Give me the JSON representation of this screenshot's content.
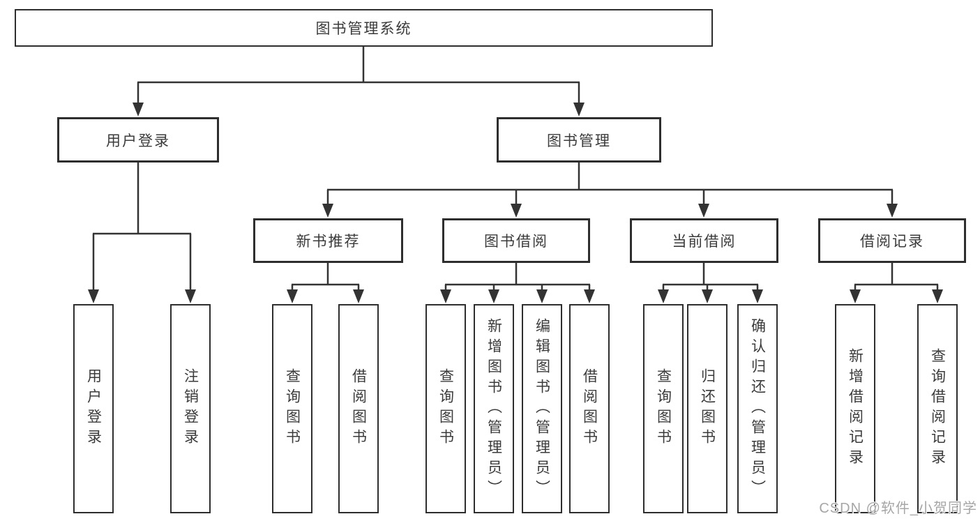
{
  "diagram": {
    "title": "图书管理系统",
    "branches": [
      {
        "label": "用户登录",
        "children": [
          "用户登录",
          "注销登录"
        ]
      },
      {
        "label": "图书管理",
        "children": [
          {
            "label": "新书推荐",
            "children": [
              "查询图书",
              "借阅图书"
            ]
          },
          {
            "label": "图书借阅",
            "children": [
              "查询图书",
              "新增图书（管理员）",
              "编辑图书（管理员）",
              "借阅图书"
            ]
          },
          {
            "label": "当前借阅",
            "children": [
              "查询图书",
              "归还图书",
              "确认归还（管理员）"
            ]
          },
          {
            "label": "借阅记录",
            "children": [
              "新增借阅记录",
              "查询借阅记录"
            ]
          }
        ]
      }
    ]
  },
  "watermark": {
    "text": "CSDN @软件_小贺同学"
  },
  "colors": {
    "line": "#333333",
    "box_border": "#2e2e2e",
    "text": "#3b3b3b",
    "watermark": "#a6a6a6",
    "background": "#ffffff"
  }
}
